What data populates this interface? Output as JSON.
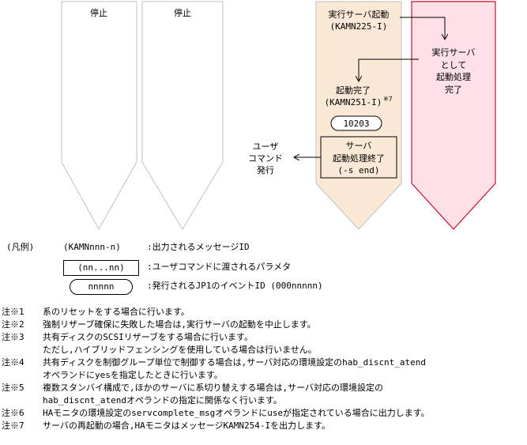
{
  "columns": {
    "col1_label": "停止",
    "col2_label": "停止"
  },
  "standby": {
    "start_label": "実行サーバ起動",
    "start_msg": "(KAMN225-I)",
    "complete_label": "起動完了",
    "complete_msg": "(KAMN251-I)",
    "complete_note_mark": "※7",
    "event_id": "10203",
    "server_box_line1": "サーバ",
    "server_box_line2": "起動処理終了",
    "server_box_line3": "(-s end)"
  },
  "active": {
    "line1": "実行サーバ",
    "line2": "として",
    "line3": "起動処理",
    "line4": "完了"
  },
  "user_command": {
    "line1": "ユーザ",
    "line2": "コマンド",
    "line3": "発行"
  },
  "legend": {
    "title": "(凡例)",
    "msg_sample": "(KAMNnnn-n)",
    "msg_desc": ":出力されるメッセージID",
    "param_sample": "(nn...nn)",
    "param_desc": ":ユーザコマンドに渡されるパラメタ",
    "event_sample": "nnnnn",
    "event_desc": ":発行されるJP1のイベントID (000nnnnn)"
  },
  "notes": [
    {
      "label": "注※1",
      "lines": [
        "系のリセットをする場合に行います。"
      ]
    },
    {
      "label": "注※2",
      "lines": [
        "強制リザーブ確保に失敗した場合は,実行サーバの起動を中止します。"
      ]
    },
    {
      "label": "注※3",
      "lines": [
        "共有ディスクのSCSIリザーブをする場合に行います。",
        "ただし,ハイブリッドフェンシングを使用している場合は行いません。"
      ]
    },
    {
      "label": "注※4",
      "lines": [
        "共有ディスクを制御グループ単位で制御する場合は,サーバ対応の環境設定のhab_discnt_atend",
        "オペランドにyesを指定したときに行います。"
      ]
    },
    {
      "label": "注※5",
      "lines": [
        "複数スタンバイ構成で,ほかのサーバに系切り替えする場合は,サーバ対応の環境設定の",
        "hab_discnt_atendオペランドの指定に関係なく行います。"
      ]
    },
    {
      "label": "注※6",
      "lines": [
        "HAモニタの環境設定のservcomplete_msgオペランドにuseが指定されている場合に出力します。"
      ]
    },
    {
      "label": "注※7",
      "lines": [
        "サーバの再起動の場合,HAモニタはメッセージKAMN254-Iを出力します。"
      ]
    }
  ],
  "colors": {
    "standby_fill": "#fbe9d7",
    "active_fill": "#ffe0e6",
    "active_stroke": "#c8102e",
    "outline": "#c0c0c0"
  }
}
